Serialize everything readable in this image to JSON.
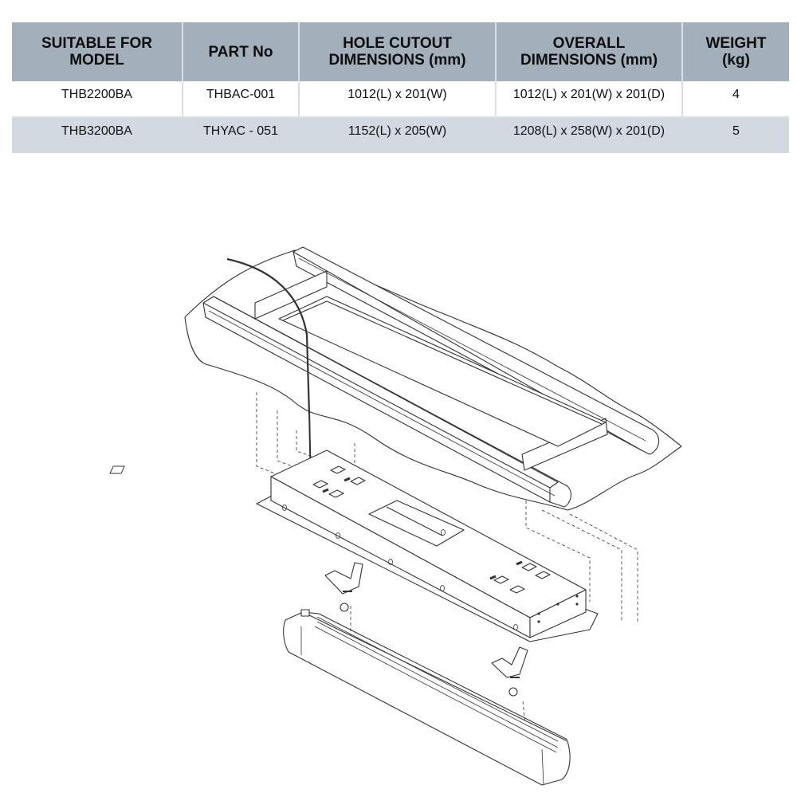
{
  "table": {
    "headers": [
      "SUITABLE FOR MODEL",
      "PART No",
      "HOLE CUTOUT DIMENSIONS (mm)",
      "OVERALL DIMENSIONS (mm)",
      "WEIGHT (kg)"
    ],
    "header_lines": [
      [
        "SUITABLE FOR",
        "MODEL"
      ],
      [
        "PART No"
      ],
      [
        "HOLE CUTOUT",
        "DIMENSIONS (mm)"
      ],
      [
        "OVERALL",
        "DIMENSIONS (mm)"
      ],
      [
        "WEIGHT",
        "(kg)"
      ]
    ],
    "rows": [
      [
        "THB2200BA",
        "THBAC-001",
        "1012(L) x 201(W)",
        "1012(L) x 201(W) x 201(D)",
        "4"
      ],
      [
        "THB3200BA",
        "THYAC - 051",
        "1152(L) x 205(W)",
        "1208(L) x 258(W) x 201(D)",
        "5"
      ]
    ],
    "colors": {
      "header_bg": "#a3b0bc",
      "row_alt_bg": "#d3d9e0",
      "border": "#d9dfe5"
    }
  },
  "drawing": {
    "description": "Exploded isometric line drawing: ceiling recess frame with cut-out, recess mounting box with cable entry and knockouts, mounting brackets, and linear heater unit below",
    "components": [
      "ceiling-frame",
      "power-cable",
      "recess-box",
      "mounting-bracket-left",
      "mounting-bracket-right",
      "heater-unit"
    ]
  }
}
